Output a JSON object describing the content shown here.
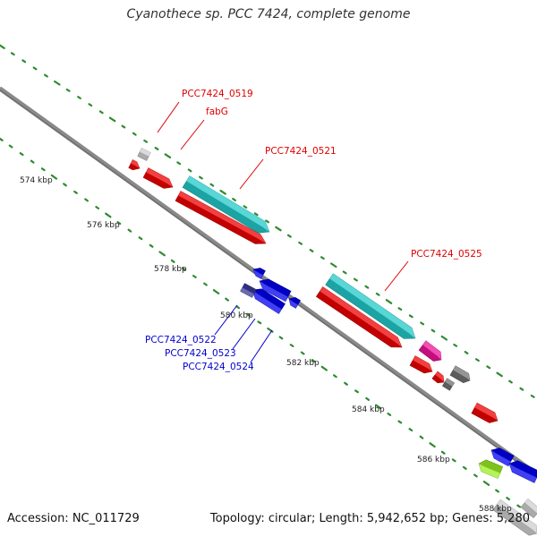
{
  "map_title": "Cyanothece sp. PCC 7424, complete genome",
  "footer": {
    "accession": "Accession: NC_011729",
    "summary": "Topology: circular; Length: 5,942,652 bp; Genes: 5,280"
  },
  "colors": {
    "backbone": "#8a8a8a",
    "tick_dot": "#2f8a2f",
    "forward_label": "#dd0000",
    "reverse_label": "#0000cc",
    "cds_red": "#ee0000",
    "cds_cyan": "#22c8c8",
    "cds_blue": "#0000ee",
    "cds_navy": "#3a3a99",
    "cds_magenta": "#ee1199",
    "cds_gray_light": "#cfcfcf",
    "cds_gray_dark": "#707070",
    "cds_lime": "#99ee22"
  },
  "scale_labels": [
    "574 kbp",
    "576 kbp",
    "578 kbp",
    "580 kbp",
    "582 kbp",
    "584 kbp",
    "586 kbp",
    "588 kbp"
  ],
  "gene_labels_forward": [
    "PCC7424_0519",
    "fabG",
    "PCC7424_0521",
    "PCC7424_0525"
  ],
  "gene_labels_reverse": [
    "PCC7424_0522",
    "PCC7424_0523",
    "PCC7424_0524"
  ]
}
